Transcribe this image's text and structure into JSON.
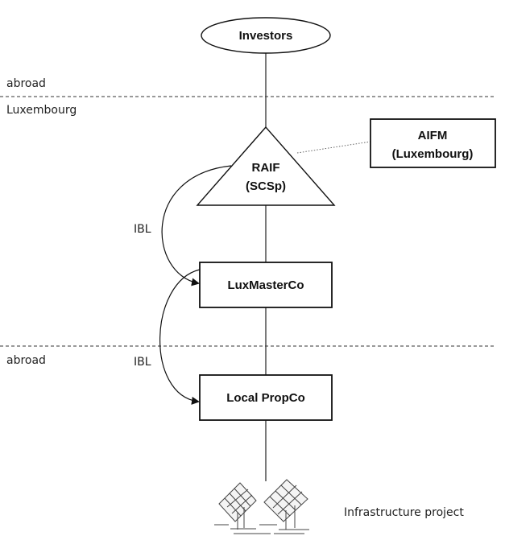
{
  "nodes": {
    "investors": "Investors",
    "raif_line1": "RAIF",
    "raif_line2": "(SCSp)",
    "aifm_line1": "AIFM",
    "aifm_line2": "(Luxembourg)",
    "luxmasterco": "LuxMasterCo",
    "local_propco": "Local PropCo"
  },
  "regions": {
    "upper_abroad": "abroad",
    "luxembourg": "Luxembourg",
    "lower_abroad": "abroad"
  },
  "loans": {
    "upper": "IBL",
    "lower": "IBL"
  },
  "project": {
    "label": "Infrastructure project",
    "icon": "solar-panels-icon"
  }
}
